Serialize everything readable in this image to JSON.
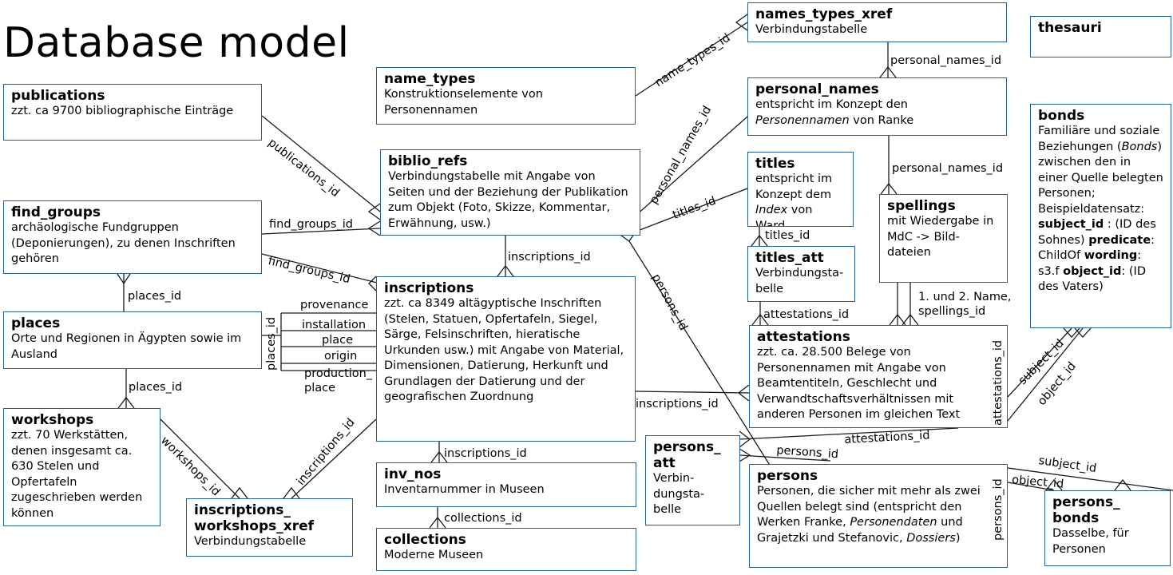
{
  "page_title": "Database model",
  "entities": {
    "names_types_xref": {
      "title": "names_types_xref",
      "desc": "Verbindungstabelle"
    },
    "thesauri": {
      "title": "thesauri",
      "desc": ""
    },
    "name_types": {
      "title": "name_types",
      "desc": "Konstruktionselemente von Personennamen"
    },
    "personal_names": {
      "title": "personal_names",
      "desc_parts": [
        "entspricht im Konzept den ",
        "Personennamen",
        " von Ranke"
      ]
    },
    "publications": {
      "title": "publications",
      "desc": "zzt. ca 9700 bibliographische Einträge"
    },
    "bonds": {
      "title": "bonds",
      "desc_parts": [
        "Familiäre und soziale Beziehungen (",
        "Bonds",
        ") zwischen den in einer Quelle belegten Personen; Beispieldatensatz: ",
        "subject_id",
        " : (ID des Sohnes) ",
        "predicate",
        ": ChildOf ",
        "wording",
        ": s3.f ",
        "object_id",
        ": (ID des Vaters)"
      ]
    },
    "biblio_refs": {
      "title": "biblio_refs",
      "desc": "Verbindungstabelle mit Angabe von Seiten und der Beziehung der Publikation zum Objekt (Foto, Skizze, Kommentar, Erwähnung, usw.)"
    },
    "titles": {
      "title": "titles",
      "desc_parts": [
        "entspricht im Konzept dem ",
        "Index",
        " von Ward"
      ]
    },
    "spellings": {
      "title": "spellings",
      "desc": "mit Wiedergabe in MdC -> Bild-dateien"
    },
    "find_groups": {
      "title": "find_groups",
      "desc": "archäologische Fundgruppen (Deponierungen), zu denen Inschriften gehören"
    },
    "titles_att": {
      "title": "titles_att",
      "desc": "Verbindungsta-belle"
    },
    "inscriptions": {
      "title": "inscriptions",
      "desc": "zzt. ca 8349 altägyptische Inschriften (Stelen, Statuen, Opfertafeln, Siegel, Särge, Felsinschriften, hieratische Urkunden usw.) mit Angabe von Material, Dimensionen, Datierung, Herkunft und Grundlagen der Datierung und der geografischen Zuordnung"
    },
    "places": {
      "title": "places",
      "desc": "Orte und Regionen in Ägypten sowie im Ausland"
    },
    "attestations": {
      "title": "attestations",
      "desc": "zzt. ca. 28.500 Belege von Personennamen mit Angabe von Beamtentiteln, Geschlecht und Verwandtschaftsverhältnissen mit anderen Personen im gleichen Text"
    },
    "workshops": {
      "title": "workshops",
      "desc": "zzt. 70 Werkstätten, denen insgesamt ca. 630 Stelen und Opfertafeln zugeschrieben werden können"
    },
    "persons_att": {
      "title": "persons_ att",
      "desc": "Verbin-dungsta-belle"
    },
    "inv_nos": {
      "title": "inv_nos",
      "desc": "Inventarnummer in Museen"
    },
    "persons": {
      "title": "persons",
      "desc_parts": [
        "Personen, die sicher mit mehr als zwei Quellen belegt sind (entspricht den Werken Franke, ",
        "Personendaten",
        " und Grajetzki und Stefanovic, ",
        "Dossiers",
        ")"
      ]
    },
    "inscriptions_workshops_xref": {
      "title": "inscriptions_ workshops_xref",
      "desc": "Verbindungstabelle"
    },
    "collections": {
      "title": "collections",
      "desc": "Moderne Museen"
    },
    "persons_bonds": {
      "title": "persons_ bonds",
      "desc": "Dasselbe, für Personen"
    }
  },
  "relations": {
    "name_types_id": "name_types_id",
    "personal_names_id_top": "personal_names_id",
    "personal_names_id_mid": "personal_names_id",
    "personal_names_id_diag": "personal_names_id",
    "publications_id": "publications_id",
    "titles_id_diag": "titles_id",
    "titles_id_vert": "titles_id",
    "find_groups_id_1": "find_groups_id",
    "find_groups_id_2": "find_groups_id",
    "inscriptions_id_top": "inscriptions_id",
    "persons_id_diag": "persons_id",
    "places_id_1": "places_id",
    "places_id_2": "places_id",
    "places_id_vert": "places_id",
    "provenance": "provenance",
    "installation": "installation",
    "place": "place",
    "origin": "origin",
    "production_place": "production_ place",
    "attestations_id_vert": "attestations_id",
    "names_spellings": "1. und 2. Name, spellings_id",
    "attestations_id_rot": "attestations_id",
    "subject_id_1": "subject_id",
    "object_id_1": "object_id",
    "inscriptions_id_att": "inscriptions_id",
    "workshops_id": "workshops_id",
    "inscriptions_id_xref": "inscriptions_id",
    "inscriptions_id_inv": "inscriptions_id",
    "attestations_id_pa": "attestations_id",
    "persons_id_pa": "persons_id",
    "persons_id_rot": "persons_id",
    "subject_id_2": "subject_id",
    "object_id_2": "object_id",
    "collections_id": "collections_id"
  },
  "colors": {
    "border": "#2a5f8f",
    "line": "#1a1a1a"
  }
}
